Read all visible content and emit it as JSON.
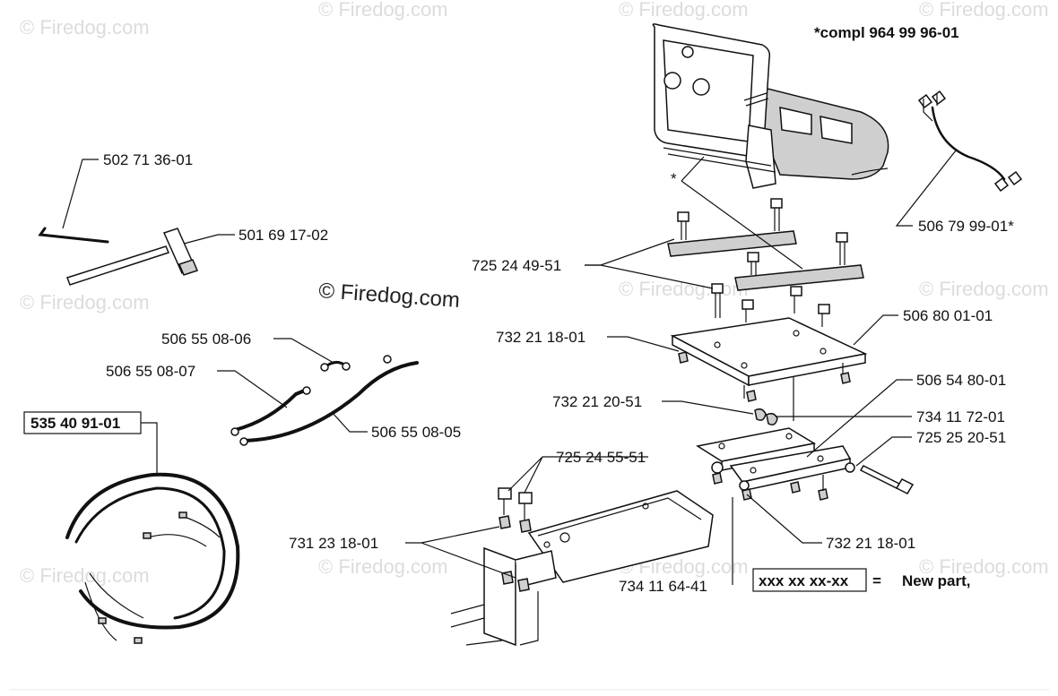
{
  "watermark": "© Firedog.com",
  "watermark_faint": "© Firedog.com",
  "seat_note": "*compl 964 99 96-01",
  "asterisk": "*",
  "labels": {
    "p1": "502 71 36-01",
    "p2": "501 69 17-02",
    "p3": "506 55 08-06",
    "p4": "506 55 08-07",
    "p5": "506 55 08-05",
    "p6": "535 40 91-01",
    "p7": "725 24 49-51",
    "p8": "732 21 18-01",
    "p9": "506 80 01-01",
    "p10": "732 21 20-51",
    "p11": "506 54 80-01",
    "p12": "734 11 72-01",
    "p13": "725 25 20-51",
    "p14": "725 24 55-51",
    "p15": "731 23 18-01",
    "p16": "732 21 18-01",
    "p17": "734 11 64-41",
    "p18": "506 79 99-01*"
  },
  "legend": {
    "box_text": "xxx xx xx-xx",
    "equals": "=",
    "meaning": "New part,"
  }
}
